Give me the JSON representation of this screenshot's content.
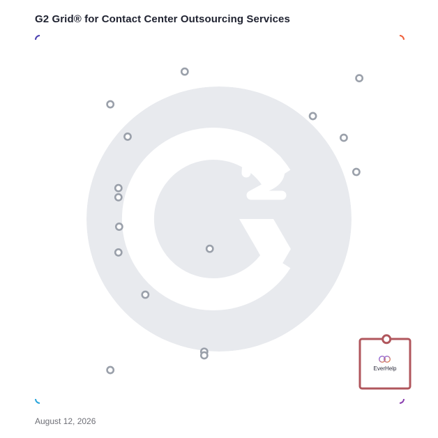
{
  "title": "G2 Grid® for Contact Center Outsourcing Services",
  "date": "August 12, 2026",
  "colors": {
    "dot_stroke": "#9aa0aa",
    "watermark": "#e8eaee",
    "highlight": "#b0565c",
    "gradient_top_left": "#4a3fb0",
    "gradient_top_right": "#f0603a",
    "gradient_bottom_left": "#2aa6dc",
    "gradient_bottom_right": "#8a3fb0"
  },
  "chart_data": {
    "type": "scatter",
    "xlim": [
      0,
      100
    ],
    "ylim": [
      0,
      100
    ],
    "quadrant_split": {
      "x": 50,
      "y": 50
    },
    "points": [
      {
        "x": 40.5,
        "y": 90.2
      },
      {
        "x": 20.3,
        "y": 81.3
      },
      {
        "x": 25.0,
        "y": 72.5
      },
      {
        "x": 75.3,
        "y": 78.1
      },
      {
        "x": 83.7,
        "y": 72.2
      },
      {
        "x": 87.9,
        "y": 88.4
      },
      {
        "x": 87.1,
        "y": 62.9
      },
      {
        "x": 22.5,
        "y": 58.5
      },
      {
        "x": 22.5,
        "y": 56.0
      },
      {
        "x": 22.7,
        "y": 48.0
      },
      {
        "x": 22.5,
        "y": 41.0
      },
      {
        "x": 47.3,
        "y": 42.0
      },
      {
        "x": 29.8,
        "y": 29.5
      },
      {
        "x": 45.8,
        "y": 14.0
      },
      {
        "x": 45.8,
        "y": 13.0
      },
      {
        "x": 20.3,
        "y": 9.0
      }
    ],
    "highlighted": {
      "label": "EverHelp",
      "x": 95.3,
      "y": 17.4
    }
  }
}
